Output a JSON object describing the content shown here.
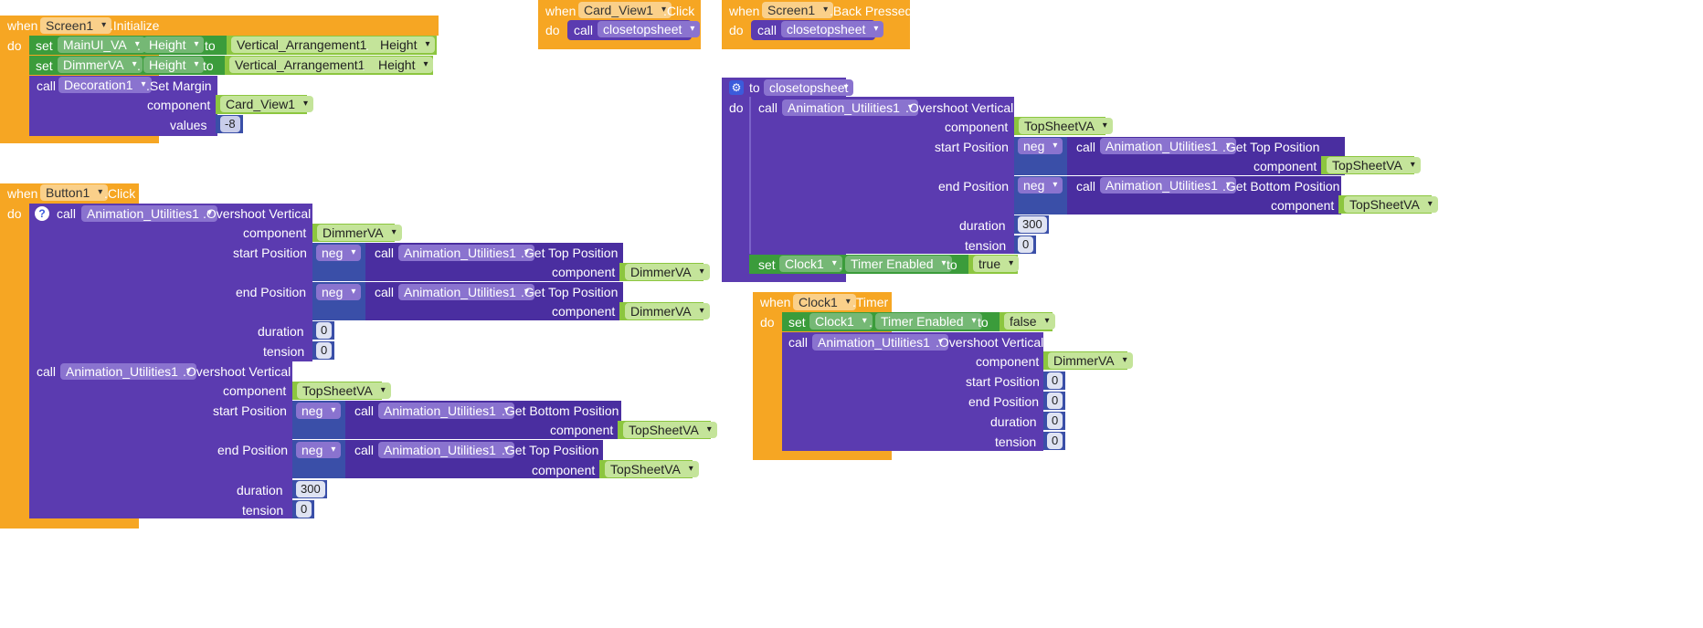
{
  "w": "when",
  "d": "do",
  "call": "call",
  "set": "set",
  "to": "to",
  "dot": ".",
  "c": "component",
  "sp": "start Position",
  "ep": "end Position",
  "dur": "duration",
  "ten": "tension",
  "vals": "values",
  "neg": "neg",
  "ov": ".Overshoot Vertical",
  "gt": ".Get Top Position",
  "gb": ".Get Bottom Position",
  "au": "Animation_Utilities1",
  "b1": {
    "comp": "Screen1",
    "ev": ".Initialize",
    "s1": "MainUI_VA",
    "s1p": "Height",
    "s1v": "Vertical_Arrangement1",
    "s1vp": "Height",
    "s2": "DimmerVA",
    "s2p": "Height",
    "s2v": "Vertical_Arrangement1",
    "s2vp": "Height",
    "c3": "Decoration1",
    "m3": ".Set Margin",
    "cv": "Card_View1",
    "v": "-8"
  },
  "b2": {
    "comp": "Card_View1",
    "ev": ".Click",
    "proc": "closetopsheet"
  },
  "b3": {
    "comp": "Screen1",
    "ev": ".Back Pressed",
    "proc": "closetopsheet"
  },
  "b4": {
    "comp": "Button1",
    "ev": ".Click",
    "dim": "DimmerVA",
    "z": "0",
    "ts": "TopSheetVA",
    "d2": "300"
  },
  "b5": {
    "name": "closetopsheet",
    "ts": "TopSheetVA",
    "d": "300",
    "t": "0",
    "clock": "Clock1",
    "prop": "Timer Enabled",
    "val": "true"
  },
  "b6": {
    "comp": "Clock1",
    "ev": ".Timer",
    "clock": "Clock1",
    "prop": "Timer Enabled",
    "val": "false",
    "dim": "DimmerVA",
    "z": "0"
  }
}
